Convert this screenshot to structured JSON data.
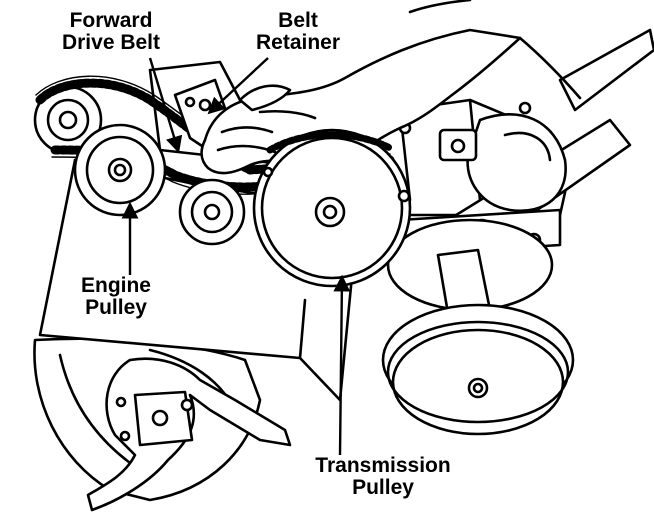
{
  "labels": {
    "forward_drive_belt": [
      "Forward",
      "Drive Belt"
    ],
    "belt_retainer": [
      "Belt",
      "Retainer"
    ],
    "engine_pulley": [
      "Engine",
      "Pulley"
    ],
    "transmission_pulley": [
      "Transmission",
      "Pulley"
    ]
  },
  "colors": {
    "ink": "#000000",
    "paper": "#ffffff"
  }
}
